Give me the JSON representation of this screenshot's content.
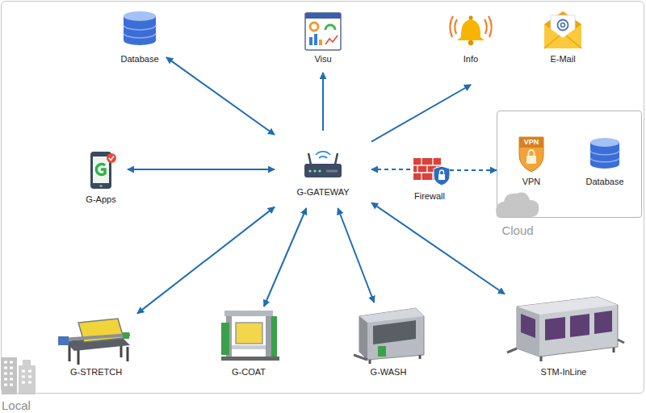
{
  "diagram": {
    "nodes": [
      {
        "text": [
          "Local"
        ]
      },
      {
        "text": [
          "Database"
        ],
        "in": 0
      },
      {
        "text": [
          "Visu"
        ],
        "in": 0
      },
      {
        "text": [
          "Info"
        ],
        "in": 0
      },
      {
        "text": [
          "E-Mail"
        ],
        "in": 0
      },
      {
        "text": [
          "G-Apps"
        ],
        "in": 0
      },
      {
        "text": [
          "G-GATEWAY"
        ],
        "in": 0
      },
      {
        "text": [
          "Firewall"
        ],
        "in": 0
      },
      {
        "text": [
          "Cloud"
        ],
        "in": 0
      },
      {
        "text": [
          "VPN",
          "VPN"
        ],
        "in": 8
      },
      {
        "text": [
          "Database"
        ],
        "in": 8
      },
      {
        "text": [
          "G-STRETCH"
        ],
        "in": 0
      },
      {
        "text": [
          "G-COAT"
        ],
        "in": 0
      },
      {
        "text": [
          "G-WASH"
        ],
        "in": 0
      },
      {
        "text": [
          "STM-InLine"
        ],
        "in": 0
      }
    ],
    "edges": [
      {
        "from": 1,
        "to": 6,
        "arrow": "both"
      },
      {
        "from": 6,
        "to": 2,
        "arrow": "to"
      },
      {
        "from": 6,
        "to": 3,
        "arrow": "to"
      },
      {
        "from": 5,
        "to": 6,
        "arrow": "both"
      },
      {
        "from": 7,
        "to": 6,
        "arrow": "to"
      },
      {
        "from": 7,
        "to": 8,
        "arrow": "to"
      },
      {
        "from": 6,
        "to": 11,
        "arrow": "both"
      },
      {
        "from": 6,
        "to": 12,
        "arrow": "both"
      },
      {
        "from": 6,
        "to": 13,
        "arrow": "both"
      },
      {
        "from": 6,
        "to": 14,
        "arrow": "both"
      }
    ]
  }
}
